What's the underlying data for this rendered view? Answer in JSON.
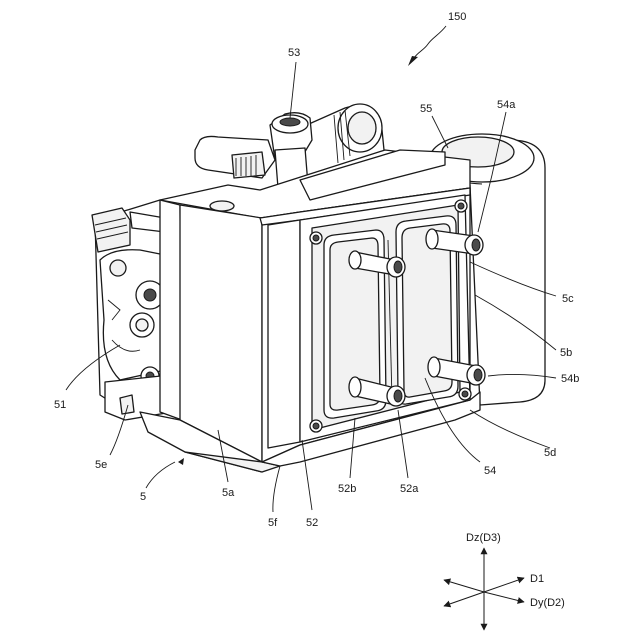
{
  "figure": {
    "number_label": "150",
    "labels": {
      "l53": "53",
      "l55": "55",
      "l54a": "54a",
      "l5c": "5c",
      "l5b": "5b",
      "l54b": "54b",
      "l5d": "5d",
      "l54": "54",
      "l52a": "52a",
      "l52b": "52b",
      "l52": "52",
      "l5f": "5f",
      "l5a": "5a",
      "l5": "5",
      "l5e": "5e",
      "l51": "51"
    },
    "axes": {
      "dz": "Dz(D3)",
      "d1": "D1",
      "dy": "Dy(D2)"
    }
  }
}
